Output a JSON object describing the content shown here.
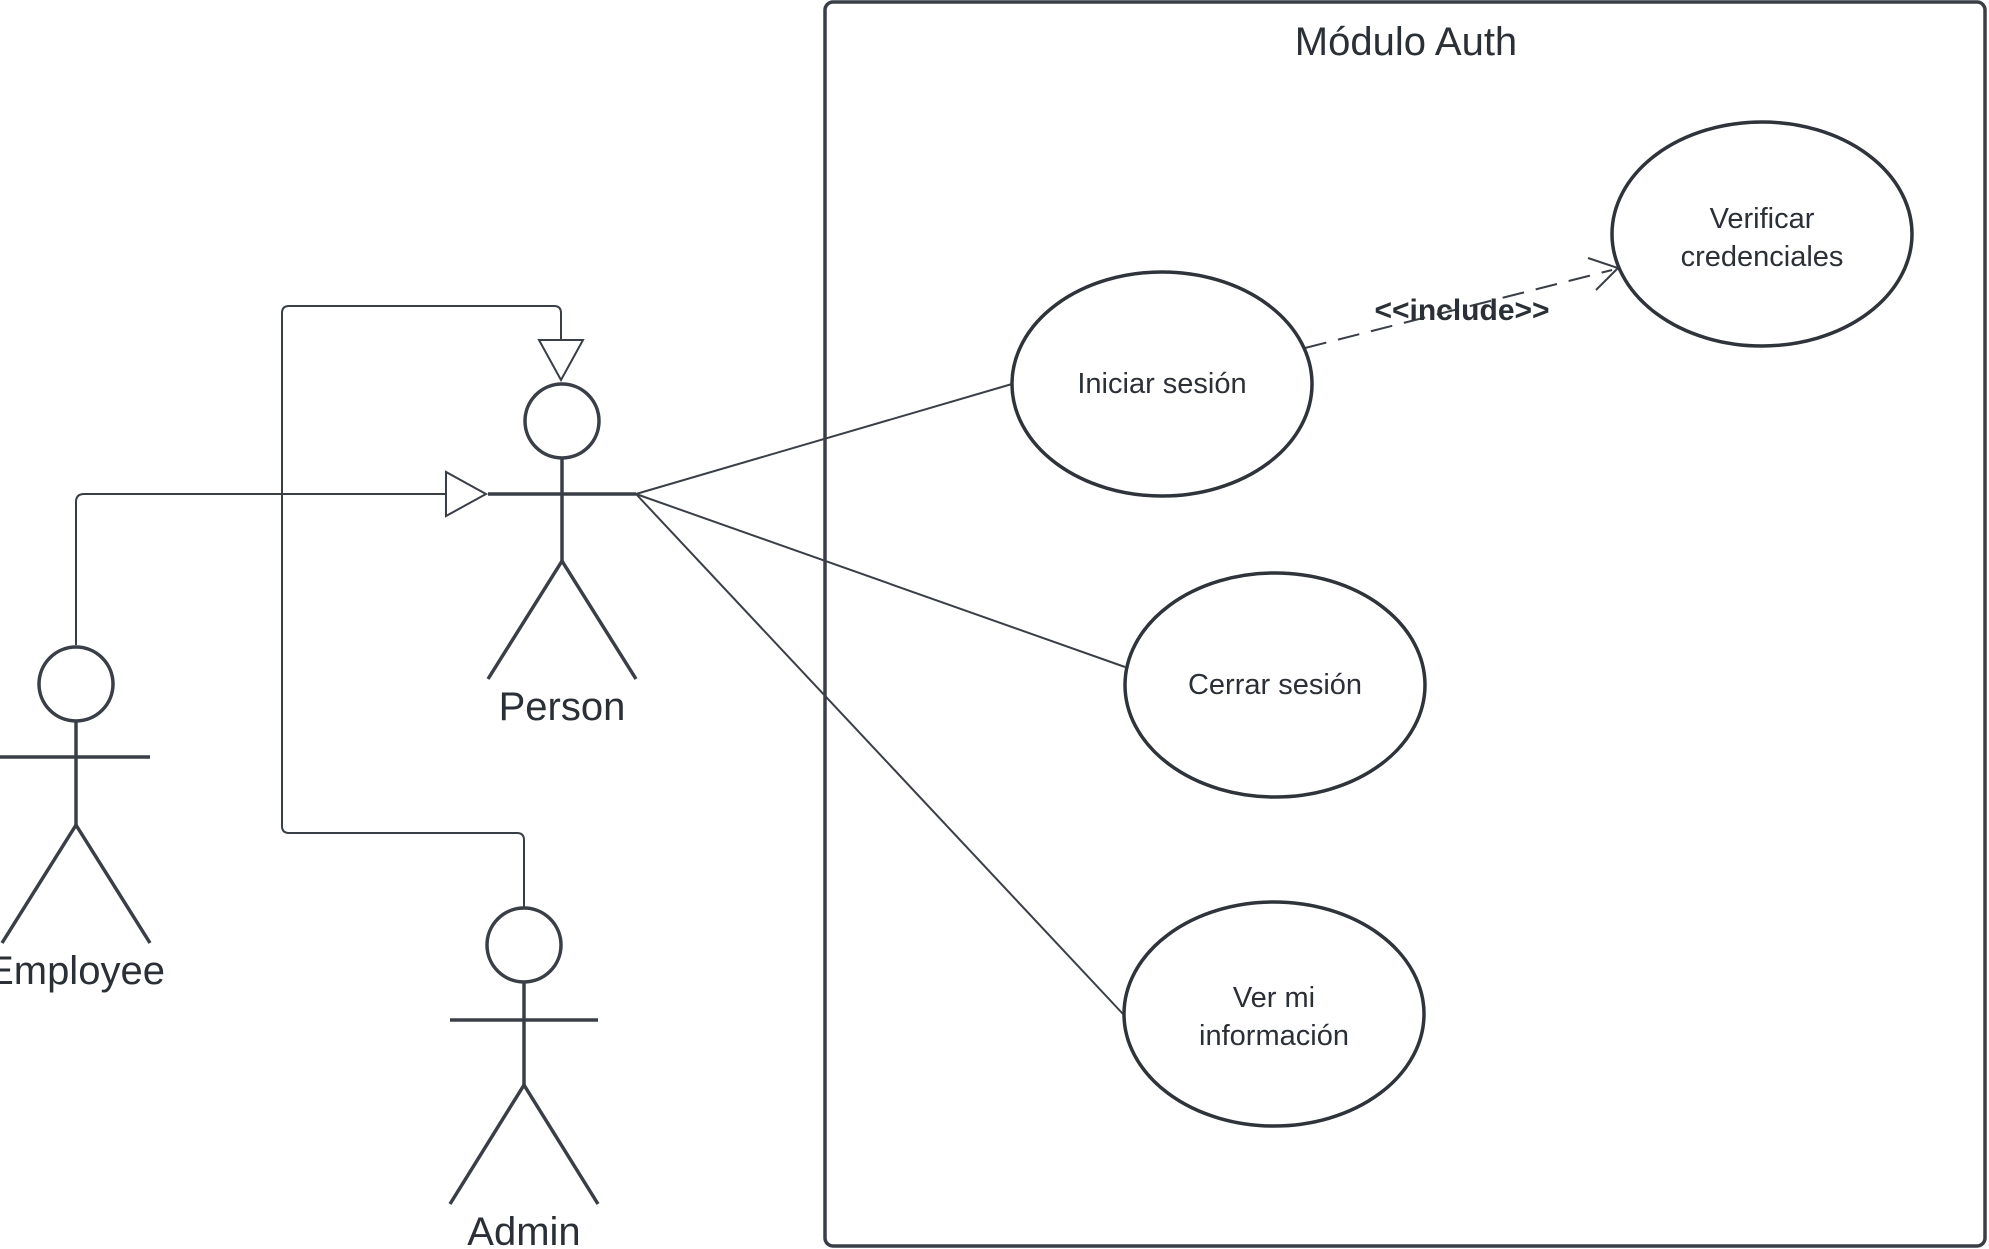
{
  "system": {
    "title": "Módulo Auth"
  },
  "actors": {
    "person": "Person",
    "employee": "Employee",
    "admin": "Admin"
  },
  "use_cases": {
    "iniciar": "Iniciar sesión",
    "cerrar": "Cerrar sesión",
    "ver_line1": "Ver mi",
    "ver_line2": "información",
    "verificar_line1": "Verificar",
    "verificar_line2": "credenciales"
  },
  "relations": {
    "include_label": "<<include>>"
  },
  "colors": {
    "stroke": "#3a3f47",
    "text": "#2b2f36",
    "background": "#ffffff"
  }
}
